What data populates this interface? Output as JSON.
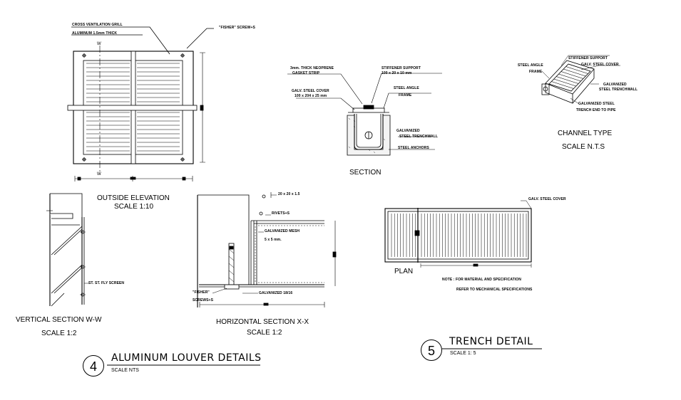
{
  "louver": {
    "elevation": {
      "label_grill": "CROSS VENTILATION GRILL",
      "label_aluminum": "ALUMINUM 1.5mm THICK",
      "label_screws": "\"FISHER\" SCREW+S",
      "axis_w_top": "W",
      "axis_w_bottom": "W",
      "title": "OUTSIDE ELEVATION",
      "scale": "SCALE 1:10"
    },
    "vertical_section": {
      "label_screen": "ST. ST. FLY SCREEN",
      "title": "VERTICAL SECTION  W-W",
      "scale": "SCALE 1:2"
    },
    "horizontal_section": {
      "label_dim": "20 x 20 x 1.5",
      "label_rivets": "RIVETS+S",
      "label_mesh": "GALVANIZED MESH",
      "label_mesh_size": "5 x 5 mm.",
      "label_fisher": "\"FISHER\"",
      "label_screws": "SCREWS+S",
      "label_galv": "GALVANIZED 18/16",
      "title": "HORIZONTAL SECTION  X-X",
      "scale": "SCALE 1:2"
    },
    "block_title": {
      "number": "4",
      "title": "ALUMINUM LOUVER DETAILS",
      "scale": "SCALE NTS"
    }
  },
  "trench": {
    "section": {
      "label_gasket_1": "3mm. THICK NEOPRENE",
      "label_gasket_2": "GASKET STRIP",
      "label_stiffener_1": "STIFFENER SUPPORT",
      "label_stiffener_2": "100 x 20 x 10 mm",
      "label_cover_1": "GALV. STEEL COVER",
      "label_cover_2": "100 x 204 x 25 mm",
      "label_angle_1": "STEEL ANGLE",
      "label_angle_2": "FRAME",
      "label_wall_1": "GALVANIZED",
      "label_wall_2": "STEEL TRENCHWALL",
      "label_anchors": "STEEL ANCHORS",
      "title": "SECTION"
    },
    "channel": {
      "label_angle_1": "STEEL ANGLE",
      "label_angle_2": "FRAME",
      "label_stiffener": "STIFFENER SUPPORT",
      "label_cover": "GALV. STEEL COVER",
      "label_wall_1": "GALVANIZED",
      "label_wall_2": "STEEL TRENCHWALL",
      "label_end_1": "GALVANIZED STEEL",
      "label_end_2": "TRENCH END TO PIPE",
      "title": "CHANNEL TYPE",
      "scale": "SCALE N.T.S"
    },
    "plan": {
      "label_cover": "GALV. STEEL COVER",
      "title": "PLAN",
      "note_1": "NOTE : FOR MATERIAL AND SPECIFICATION",
      "note_2": "REFER TO MECHANICAL SPECIFICATIONS"
    },
    "block_title": {
      "number": "5",
      "title": "TRENCH  DETAIL",
      "scale": "SCALE  1: 5"
    }
  }
}
